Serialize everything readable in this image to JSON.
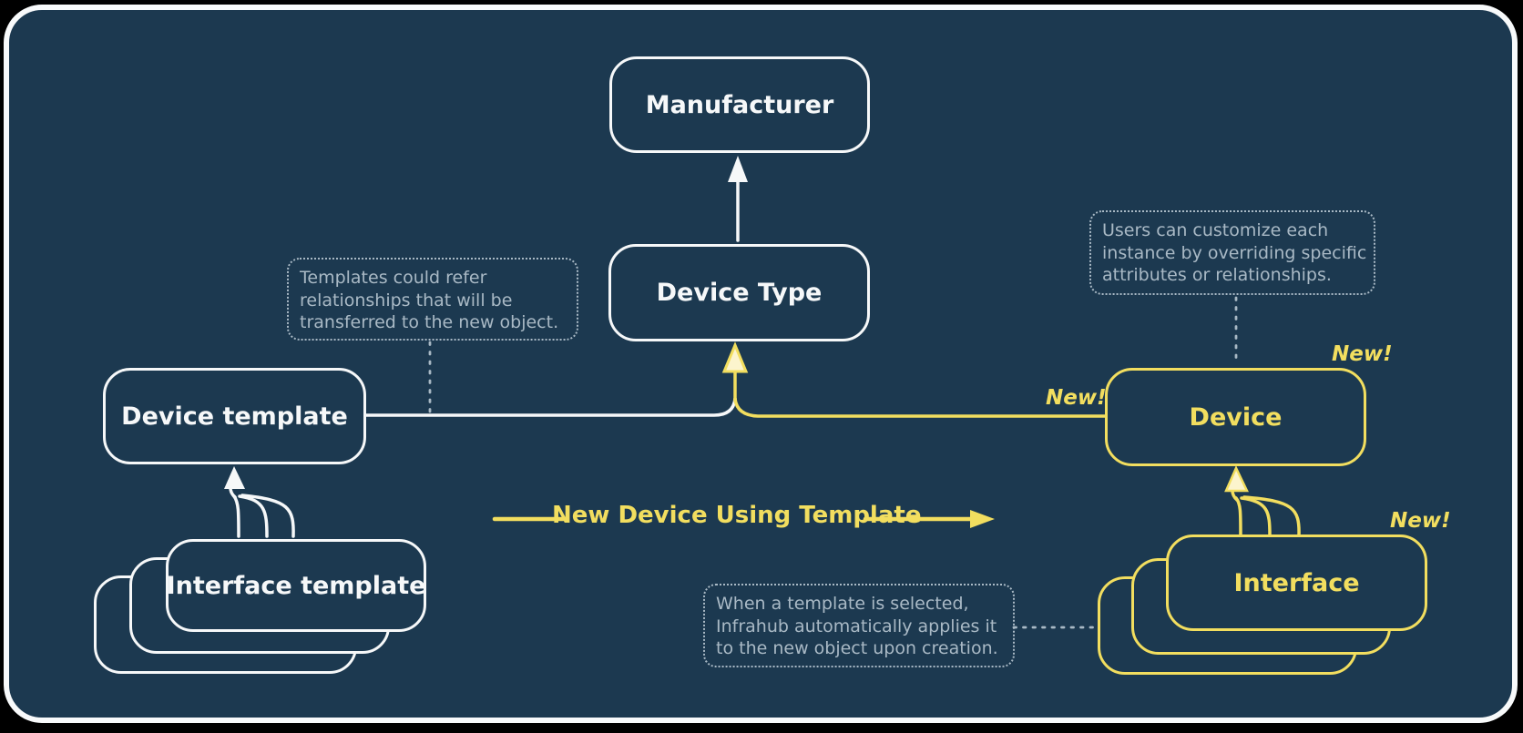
{
  "colors": {
    "background": "#1c3950",
    "frame_border": "#f8fafb",
    "white_stroke": "#f6f8f9",
    "yellow_accent": "#f2de5f",
    "annotation": "#a9b9c5"
  },
  "nodes": {
    "manufacturer": {
      "label": "Manufacturer"
    },
    "device_type": {
      "label": "Device Type"
    },
    "device_template": {
      "label": "Device template"
    },
    "interface_template": {
      "label": "Interface template"
    },
    "device": {
      "label": "Device"
    },
    "interface": {
      "label": "Interface"
    }
  },
  "badges": {
    "new_device": "New!",
    "new_device_line": "New!",
    "new_interface": "New!"
  },
  "flow": {
    "label": "New Device Using Template"
  },
  "annotations": {
    "templates_note": {
      "lines": [
        "Templates could refer",
        "relationships that will be",
        "transferred to the new object."
      ]
    },
    "customize_note": {
      "lines": [
        "Users can customize each",
        "instance by overriding specific",
        "attributes or relationships."
      ]
    },
    "apply_note": {
      "lines": [
        "When a template is selected,",
        "Infrahub automatically applies it",
        "to the new object upon creation."
      ]
    }
  },
  "edges": [
    {
      "from": "Device Type",
      "to": "Manufacturer",
      "color": "white"
    },
    {
      "from": "Device template",
      "to": "Device Type",
      "color": "white-yellow"
    },
    {
      "from": "Device template",
      "to": "Device",
      "color": "yellow"
    },
    {
      "from": "Interface template",
      "to": "Device template",
      "color": "white",
      "multiplicity": 3
    },
    {
      "from": "Interface",
      "to": "Device",
      "color": "yellow",
      "multiplicity": 3
    }
  ]
}
